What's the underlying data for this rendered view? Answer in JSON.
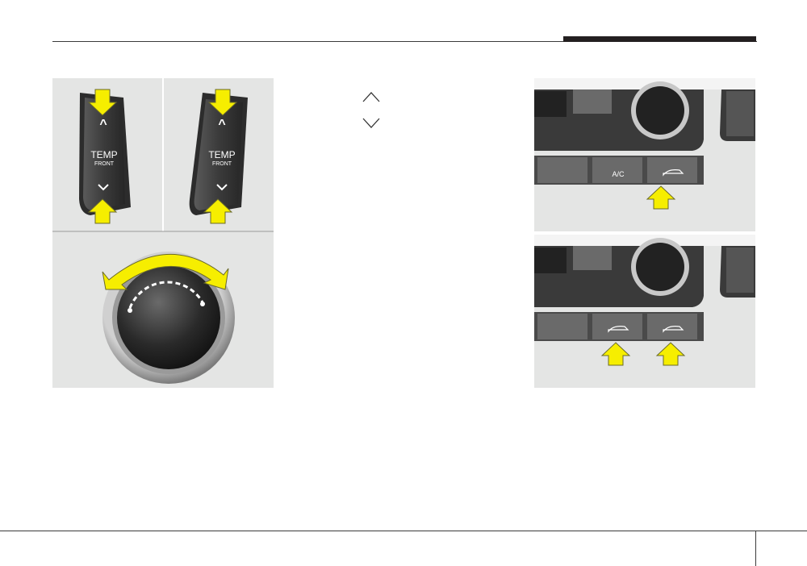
{
  "left_figure": {
    "switch_label": "TEMP",
    "switch_sublabel": "FRONT"
  },
  "inline_icons": {
    "up": "chevron-up-icon",
    "down": "chevron-down-icon"
  },
  "right_figure_top": {
    "ac_label": "A/C"
  },
  "colors": {
    "arrow_fill": "#f6ee00",
    "panel_bg": "#e4e5e4",
    "header_tab": "#231f20"
  }
}
